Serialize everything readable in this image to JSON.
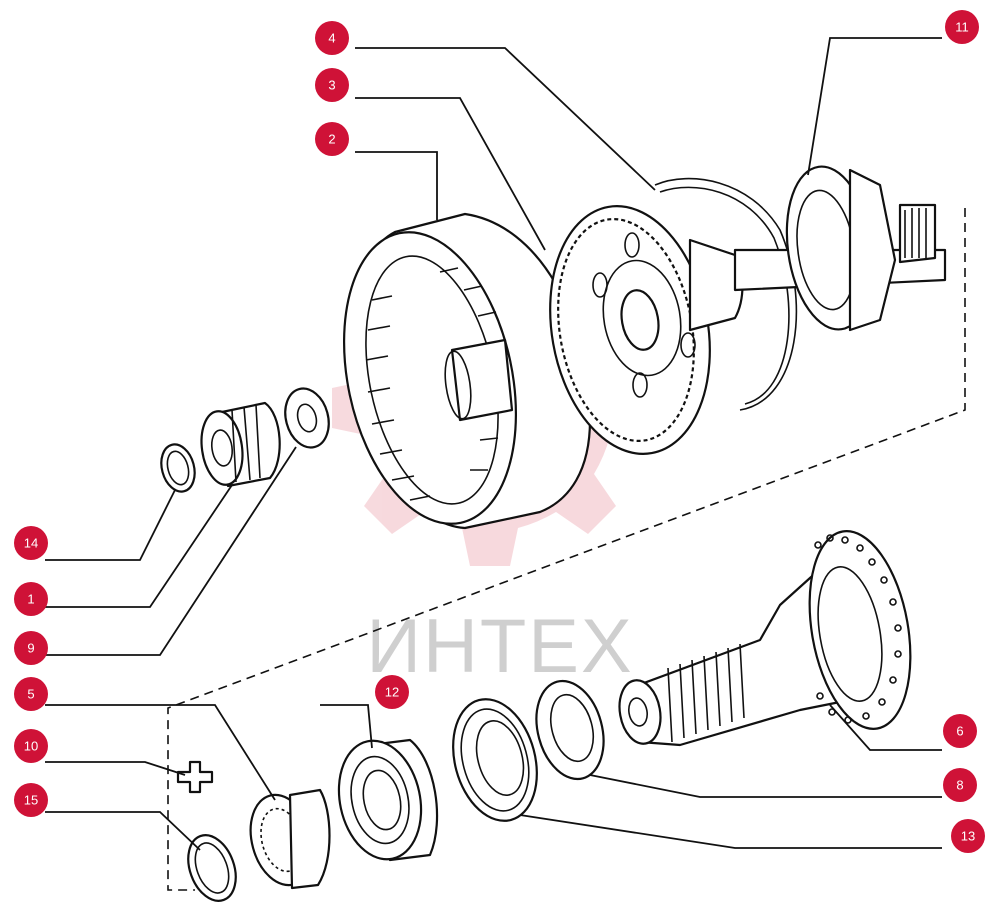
{
  "watermark": {
    "text": "ИНТЕХ"
  },
  "callouts": [
    {
      "id": "callout-1",
      "label": "1"
    },
    {
      "id": "callout-2",
      "label": "2"
    },
    {
      "id": "callout-3",
      "label": "3"
    },
    {
      "id": "callout-4",
      "label": "4"
    },
    {
      "id": "callout-5",
      "label": "5"
    },
    {
      "id": "callout-6",
      "label": "6"
    },
    {
      "id": "callout-8",
      "label": "8"
    },
    {
      "id": "callout-9",
      "label": "9"
    },
    {
      "id": "callout-10",
      "label": "10"
    },
    {
      "id": "callout-11",
      "label": "11"
    },
    {
      "id": "callout-12",
      "label": "12"
    },
    {
      "id": "callout-13",
      "label": "13"
    },
    {
      "id": "callout-14",
      "label": "14"
    },
    {
      "id": "callout-15",
      "label": "15"
    }
  ],
  "colors": {
    "callout": "#cf1237",
    "watermark_gear": "#f4c9cf",
    "watermark_text": "#cfcfcf",
    "ink": "#111111"
  }
}
